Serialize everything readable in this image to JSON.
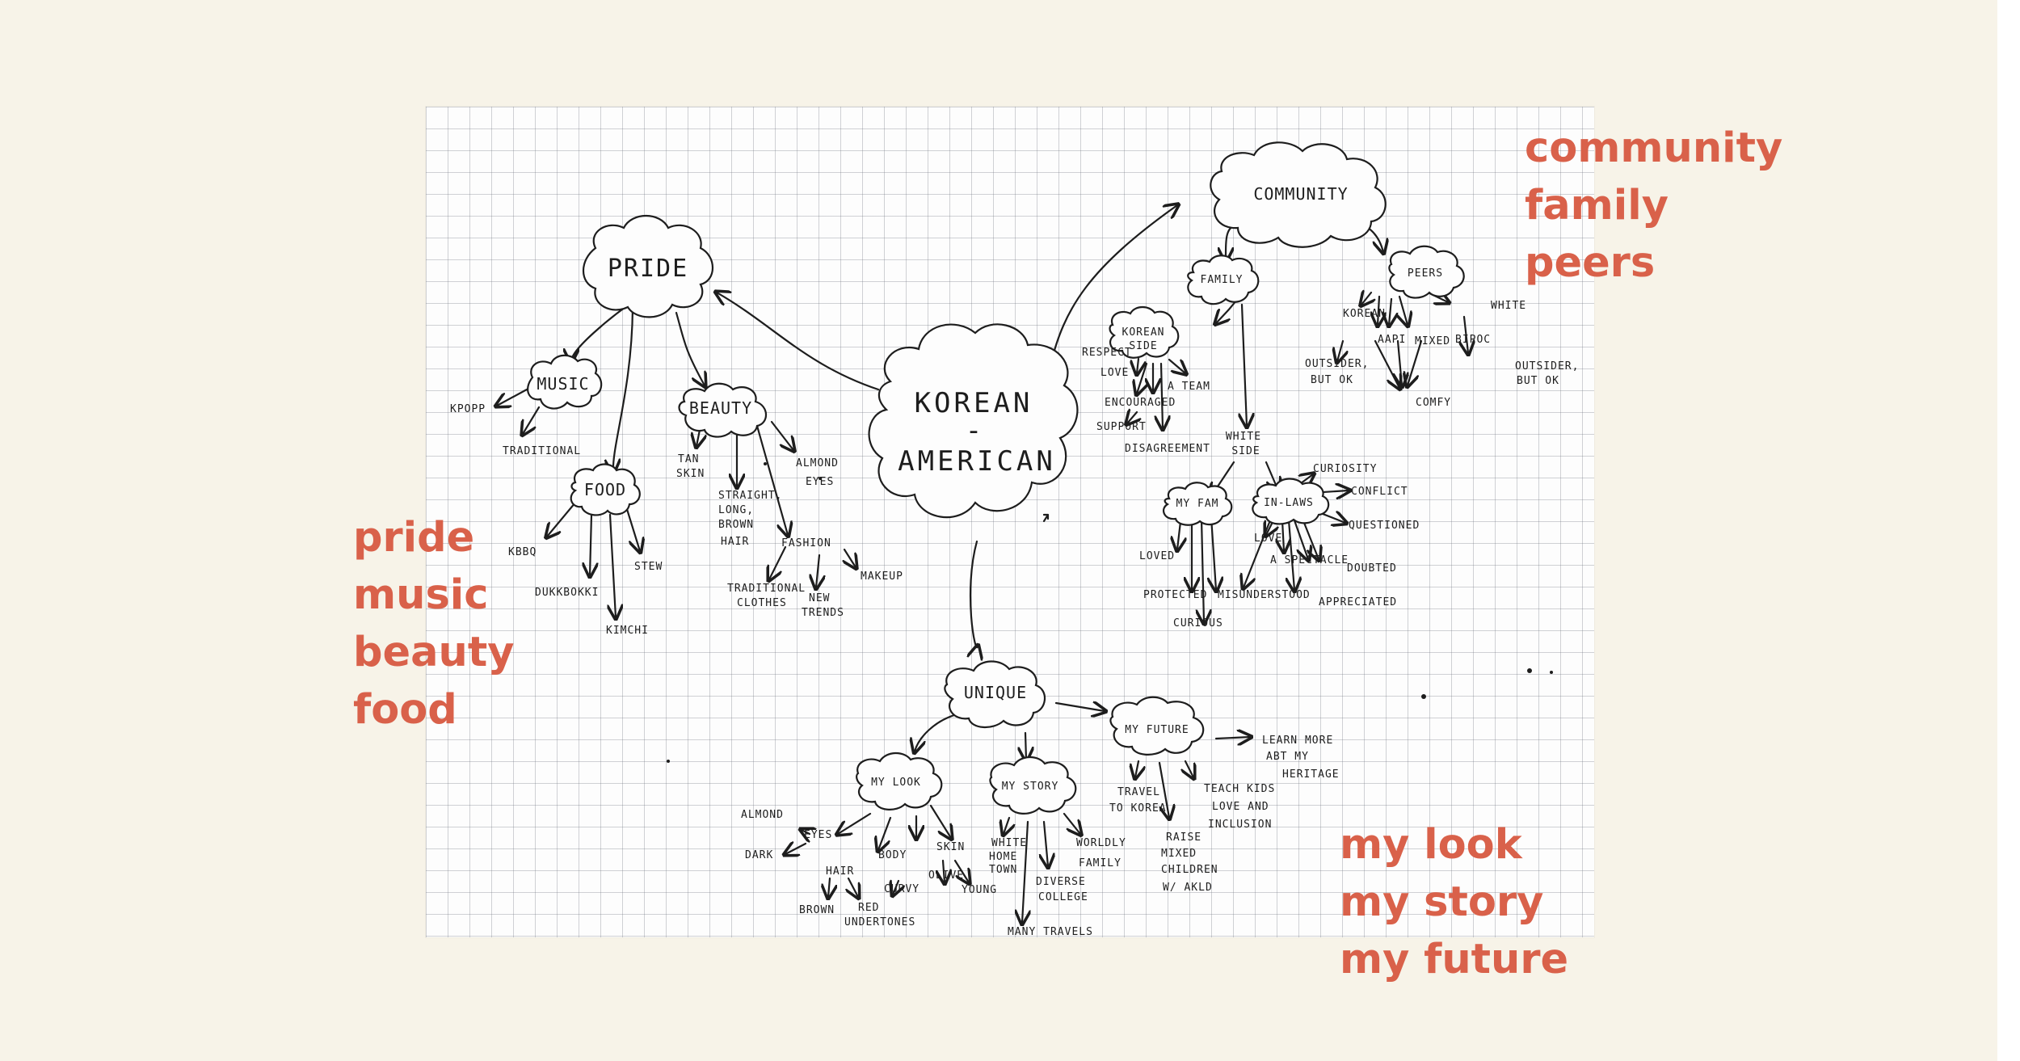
{
  "annotations": {
    "left": [
      "pride",
      "music",
      "beauty",
      "food"
    ],
    "top_right": [
      "community",
      "family",
      "peers"
    ],
    "bottom_right": [
      "my look",
      "my story",
      "my future"
    ]
  },
  "sketch": {
    "center": [
      "KOREAN",
      "-",
      "AMERICAN"
    ],
    "pride": "PRIDE",
    "music": "MUSIC",
    "beauty": "BEAUTY",
    "food": "FOOD",
    "kpopp": "KPOPP",
    "traditional": "TRADITIONAL",
    "kbbq": "KBBQ",
    "dukkbokki": "DUKKBOKKI",
    "kimchi": "KIMCHI",
    "stew": "STEW",
    "tan_skin": [
      "TAN",
      "SKIN"
    ],
    "straight_hair": [
      "STRAIGHT,",
      "LONG,",
      "BROWN",
      "HAIR"
    ],
    "almond_eyes": [
      "ALMOND",
      "EYES"
    ],
    "fashion": "FASHION",
    "traditional_clothes": [
      "TRADITIONAL",
      "CLOTHES"
    ],
    "new_trends": [
      "NEW",
      "TRENDS"
    ],
    "makeup": "MAKEUP",
    "community": "COMMUNITY",
    "family": "FAMILY",
    "peers": "PEERS",
    "korean_side": [
      "KOREAN",
      "SIDE"
    ],
    "respect": "RESPECT",
    "love": "LOVE",
    "a_team": "A TEAM",
    "encouraged": "ENCOURAGED",
    "support": "SUPPORT",
    "disagreement": "DISAGREEMENT",
    "white_side": [
      "WHITE",
      "SIDE"
    ],
    "my_fam": "MY FAM",
    "in_laws": "IN-LAWS",
    "curiosity": "CURIOSITY",
    "conflict": "CONFLICT",
    "questioned": "QUESTIONED",
    "love2": "LOVE",
    "a_spectacle": "A SPECTACLE",
    "doubted": "DOUBTED",
    "appreciated": "APPRECIATED",
    "loved": "LOVED",
    "protected": "PROTECTED",
    "curious": "CURIOUS",
    "misunderstood": "MISUNDERSTOOD",
    "korean_peer": "KOREAN",
    "aapi": "AAPI",
    "mixed": "MIXED",
    "bipoc": "BIPOC",
    "white": "WHITE",
    "outsider1": [
      "OUTSIDER,",
      "BUT OK"
    ],
    "outsider2": [
      "OUTSIDER,",
      "BUT OK"
    ],
    "comfy": "COMFY",
    "unique": "UNIQUE",
    "my_look": "MY LOOK",
    "my_story": "MY STORY",
    "my_future": "MY FUTURE",
    "almond": "ALMOND",
    "eyes": "EYES",
    "dark": "DARK",
    "hair": "HAIR",
    "brown": "BROWN",
    "red_undertones": [
      "RED",
      "UNDERTONES"
    ],
    "body": "BODY",
    "curvy": "CURVY",
    "skin": "SKIN",
    "olive": "OLIVE",
    "young": "YOUNG",
    "white_hometown": [
      "WHITE",
      "HOME",
      "TOWN"
    ],
    "diverse_college": [
      "DIVERSE",
      "COLLEGE"
    ],
    "worldly_family": [
      "WORLDLY",
      "FAMILY"
    ],
    "many_travels": "MANY TRAVELS",
    "travel_korea": [
      "TRAVEL",
      "TO KOREA"
    ],
    "raise_children": [
      "RAISE",
      "MIXED",
      "CHILDREN",
      "W/ AKLD"
    ],
    "teach_kids": [
      "TEACH KIDS",
      "LOVE AND",
      "INCLUSION"
    ],
    "learn_more": [
      "LEARN MORE",
      "ABT MY",
      "HERITAGE"
    ]
  },
  "colors": {
    "background": "#f7f3e8",
    "annotation": "#d9614a",
    "ink": "#1d1d1d",
    "grid": "#8a8f98"
  }
}
